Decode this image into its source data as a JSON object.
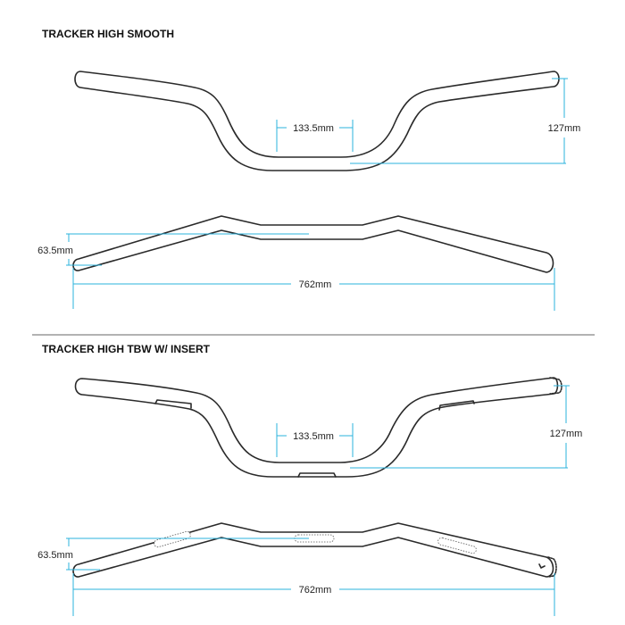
{
  "sections": [
    {
      "title": "TRACKER HIGH SMOOTH",
      "rise": "127mm",
      "center_width": "133.5mm",
      "sweep": "63.5mm",
      "width": "762mm"
    },
    {
      "title": "TRACKER HIGH TBW W/ INSERT",
      "rise": "127mm",
      "center_width": "133.5mm",
      "sweep": "63.5mm",
      "width": "762mm"
    }
  ],
  "colors": {
    "dimension_line": "#2bb3de",
    "outline": "#2a2a2a"
  }
}
